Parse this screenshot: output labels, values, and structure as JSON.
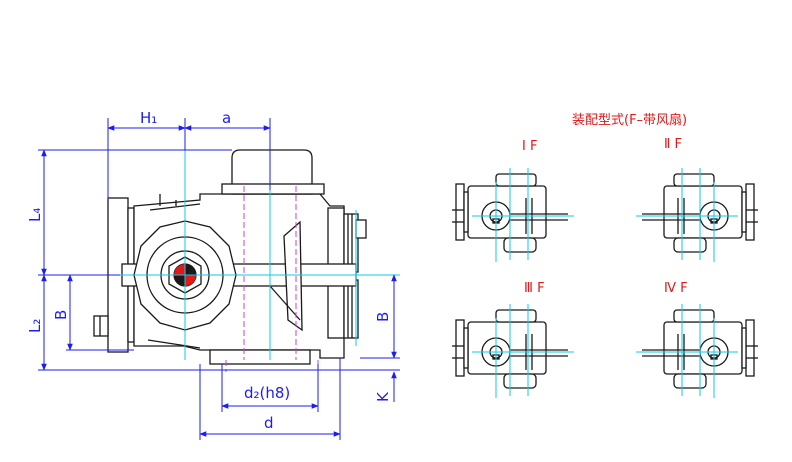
{
  "drawing": {
    "dims": {
      "H1": "H₁",
      "a": "a",
      "L4": "L₄",
      "L2": "L₂",
      "B_left": "B",
      "B_right": "B",
      "d2": "d₂(h8)",
      "d": "d",
      "K": "K"
    },
    "assembly_title": "装配型式(F–带风扇)",
    "variants": [
      {
        "label": "Ⅰ F"
      },
      {
        "label": "Ⅱ F"
      },
      {
        "label": "Ⅲ F"
      },
      {
        "label": "Ⅳ F"
      }
    ],
    "colors": {
      "outline": "#1a1a1a",
      "dimension": "#1d1df0",
      "centerline": "#12c8e8",
      "hidden": "#d23cd2",
      "label": "#e31818"
    }
  }
}
